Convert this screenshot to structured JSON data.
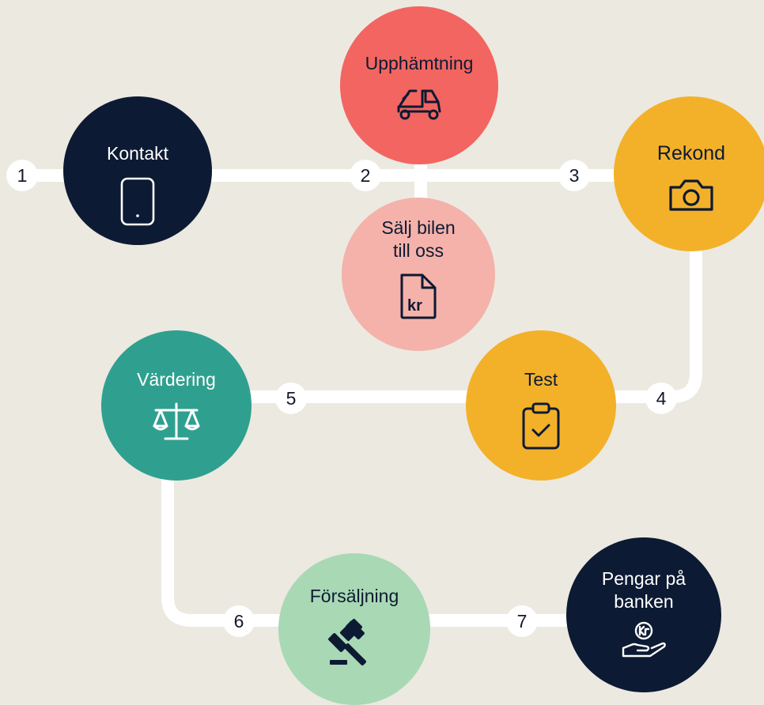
{
  "steps": [
    {
      "number": "1",
      "label": "Kontakt",
      "icon": "tablet-icon",
      "color": "#0d1a33"
    },
    {
      "number": "2",
      "label": "Upphämtning",
      "icon": "tow-truck-icon",
      "color": "#f36560"
    },
    {
      "label": "Sälj bilen till oss",
      "label_lines": [
        "Sälj bilen",
        "till oss"
      ],
      "icon": "kr-document-icon",
      "color": "#f4b2aa"
    },
    {
      "number": "3",
      "label": "Rekond",
      "icon": "camera-icon",
      "color": "#f3b12a"
    },
    {
      "number": "4",
      "label": "Test",
      "icon": "clipboard-check-icon",
      "color": "#f3b12a"
    },
    {
      "number": "5",
      "label": "Värdering",
      "icon": "scales-icon",
      "color": "#2fa08f"
    },
    {
      "number": "6",
      "label": "Försäljning",
      "icon": "gavel-icon",
      "color": "#a9d8b4"
    },
    {
      "number": "7",
      "label": "Pengar på banken",
      "label_lines": [
        "Pengar på",
        "banken"
      ],
      "icon": "hand-coin-icon",
      "color": "#0d1a33"
    }
  ],
  "colors": {
    "background": "#ece9e1",
    "connector": "#ffffff",
    "dark_text": "#0d1a33"
  }
}
